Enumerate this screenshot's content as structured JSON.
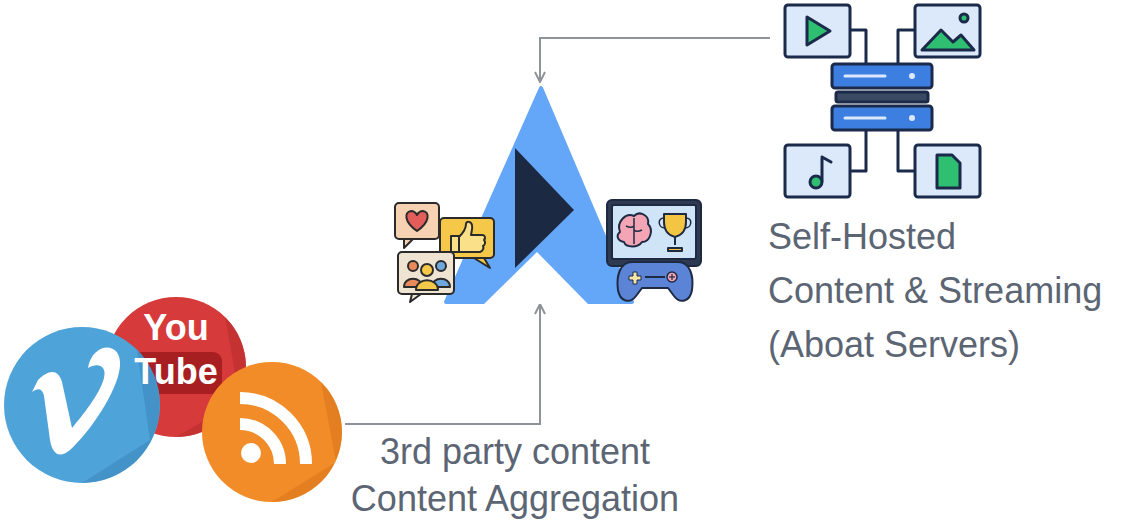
{
  "diagram": {
    "nodes": [
      {
        "text": [
          "Self-Hosted",
          "Content & Streaming",
          "(Aboat Servers)"
        ]
      },
      {
        "text": [
          "3rd party content",
          "Content Aggregation"
        ]
      }
    ],
    "labels": [
      "You Tube"
    ]
  }
}
